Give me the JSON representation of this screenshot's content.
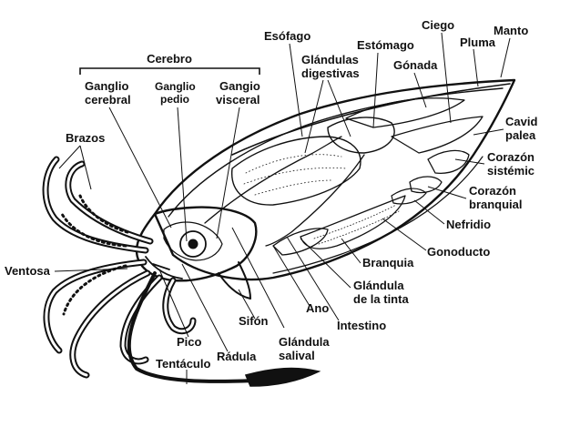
{
  "colors": {
    "ink": "#111111",
    "background": "#ffffff"
  },
  "bracket": {
    "label": "Cerebro"
  },
  "labels": {
    "esofago": "Esófago",
    "glandulas_digestivas": [
      "Glándulas",
      "digestivas"
    ],
    "estomago": "Estómago",
    "ciego": "Ciego",
    "manto": "Manto",
    "pluma": "Pluma",
    "gonada": "Gónada",
    "cavidad_paleal": [
      "Cavid",
      "palea"
    ],
    "corazon_sistemico": [
      "Corazón",
      "sistémic"
    ],
    "corazon_branquial": [
      "Corazón",
      "branquial"
    ],
    "nefridio": "Nefridio",
    "gonoducto": "Gonoducto",
    "branquia": "Branquia",
    "glandula_tinta": [
      "Glándula",
      "de la tinta"
    ],
    "ano": "Ano",
    "intestino": "Intestino",
    "sifon": "Sifón",
    "glandula_salival": [
      "Glándula",
      "salival"
    ],
    "radula": "Rádula",
    "pico": "Pico",
    "tentaculo": "Tentáculo",
    "ventosa": "Ventosa",
    "brazos": "Brazos",
    "ganglio_cerebral": [
      "Ganglio",
      "cerebral"
    ],
    "ganglio_pedio": [
      "Ganglio",
      "pedio"
    ],
    "ganglio_visceral": [
      "Gangio",
      "visceral"
    ]
  }
}
